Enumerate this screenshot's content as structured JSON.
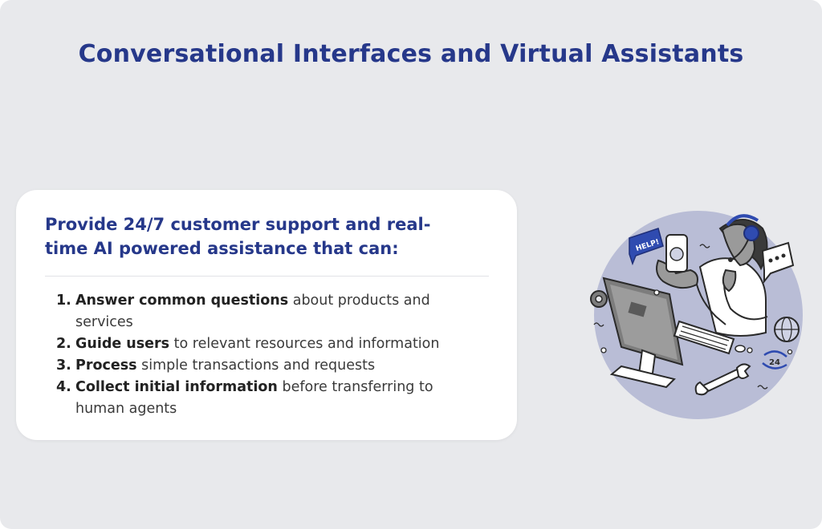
{
  "slide": {
    "title": "Conversational Interfaces and Virtual Assistants"
  },
  "card": {
    "heading": "Provide  24/7 customer support and real-time AI powered assistance that can:",
    "items": [
      {
        "number": "1.",
        "lead": "Answer common questions",
        "rest": " about products and services"
      },
      {
        "number": "2.",
        "lead": "Guide users",
        "rest": " to relevant resources and information"
      },
      {
        "number": "3.",
        "lead": "Process",
        "rest": " simple transactions and requests"
      },
      {
        "number": "4.",
        "lead": "Collect initial information",
        "rest": " before transferring to human agents"
      }
    ]
  },
  "illustration": {
    "help_label": "HELP!",
    "badge_label": "24"
  },
  "colors": {
    "title": "#26388a",
    "background": "#e8e9ec",
    "card": "#ffffff",
    "circle": "#b9bdd6",
    "accent": "#2f4bb0"
  }
}
